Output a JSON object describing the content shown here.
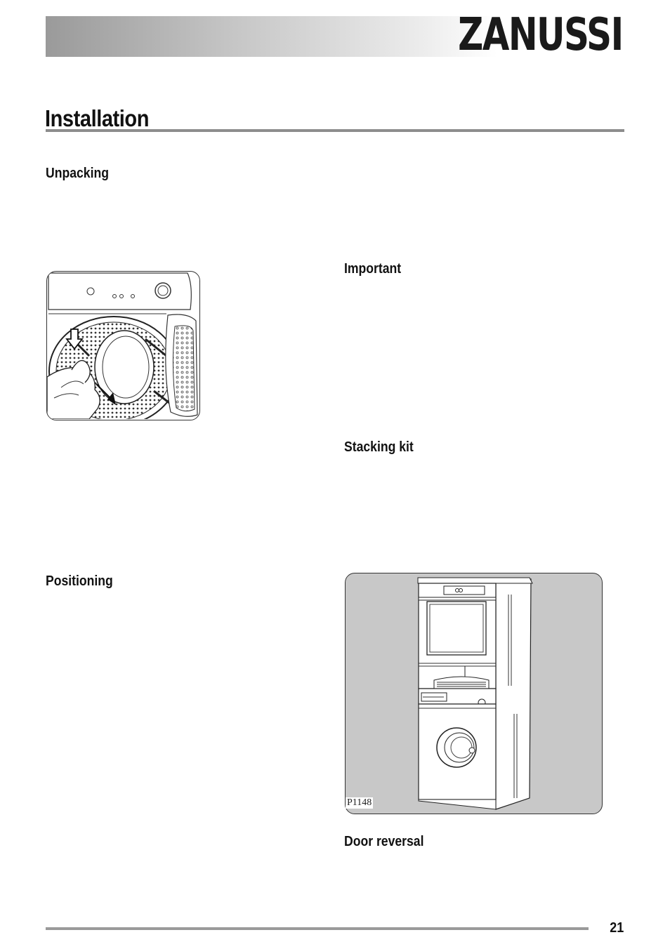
{
  "header": {
    "brand": "ZANUSSI"
  },
  "page": {
    "title": "Installation",
    "number": "21"
  },
  "sections": {
    "unpacking": "Unpacking",
    "important": "Important",
    "stacking_kit": "Stacking kit",
    "positioning": "Positioning",
    "door_reversal": "Door reversal"
  },
  "figures": {
    "unpacking_illustration": {
      "icon": "dryer-drum-unpacking-illustration"
    },
    "stacking_illustration": {
      "icon": "stacked-dryer-washer-illustration",
      "label": "P1148"
    }
  }
}
